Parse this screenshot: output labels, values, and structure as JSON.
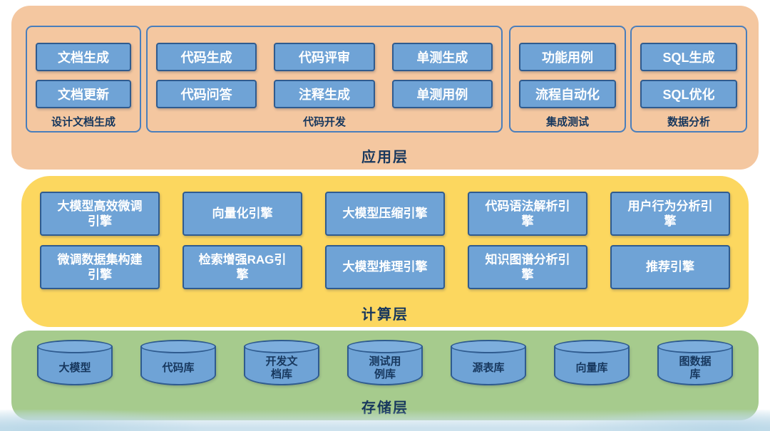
{
  "layers": {
    "application": {
      "label": "应用层",
      "groups": [
        {
          "label": "设计文档生成",
          "items": [
            "文档生成",
            "文档更新"
          ]
        },
        {
          "label": "代码开发",
          "items": [
            "代码生成",
            "代码评审",
            "单测生成",
            "代码问答",
            "注释生成",
            "单测用例"
          ]
        },
        {
          "label": "集成测试",
          "items": [
            "功能用例",
            "流程自动化"
          ]
        },
        {
          "label": "数据分析",
          "items": [
            "SQL生成",
            "SQL优化"
          ]
        }
      ]
    },
    "compute": {
      "label": "计算层",
      "engines": [
        "大模型高效微调引擎",
        "向量化引擎",
        "大模型压缩引擎",
        "代码语法解析引擎",
        "用户行为分析引擎",
        "微调数据集构建引擎",
        "检索增强RAG引擎",
        "大模型推理引擎",
        "知识图谱分析引擎",
        "推荐引擎"
      ]
    },
    "storage": {
      "label": "存储层",
      "stores": [
        "大模型",
        "代码库",
        "开发文档库",
        "测试用例库",
        "源表库",
        "向量库",
        "图数据库"
      ]
    }
  },
  "colors": {
    "application_bg": "#F4C7A0",
    "compute_bg": "#FCD75F",
    "storage_bg": "#A6CB8D",
    "box_fill": "#6FA3D6",
    "box_border": "#2F5B8F",
    "group_border": "#4A7EBB",
    "label_text": "#17375D",
    "box_text": "#FFFFFF"
  }
}
